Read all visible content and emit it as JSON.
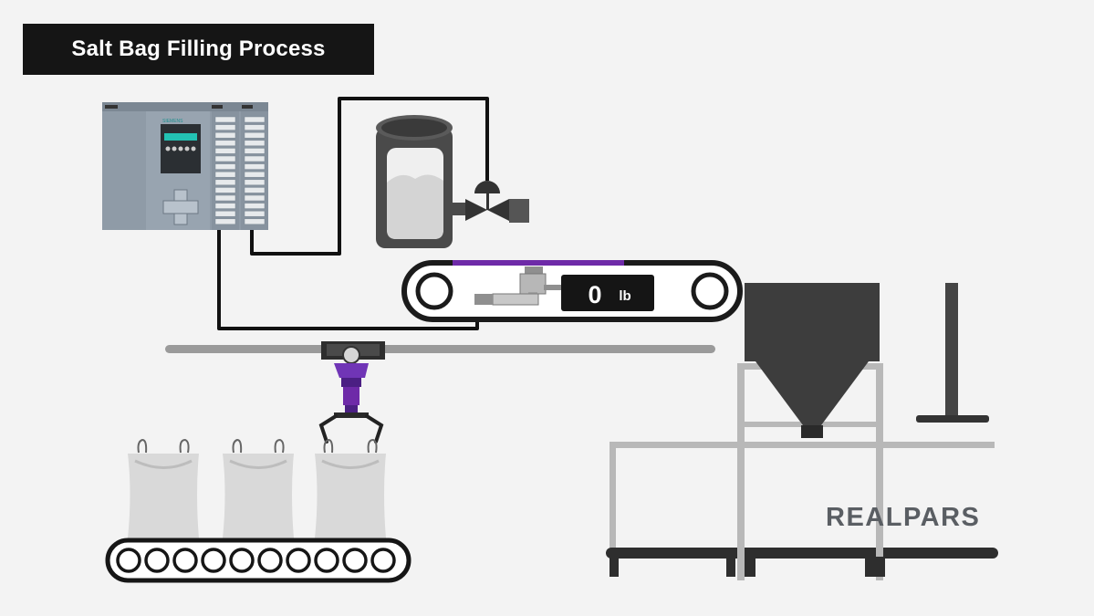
{
  "title": "Salt Bag Filling Process",
  "scale_display": {
    "value": "0",
    "unit": "lb"
  },
  "plc_brand": "SIEMENS",
  "brand_logo": "REALPARS",
  "colors": {
    "background": "#f3f3f3",
    "title_bg": "#151515",
    "accent_purple": "#6e2aa8",
    "wire": "#111111",
    "plc_body": "#8e9aa6",
    "hopper": "#3e3e3e",
    "bag": "#d9d9d9"
  },
  "components": {
    "plc": "plc-controller",
    "silo": "salt-silo",
    "valve": "pneumatic-valve",
    "weigh_conveyor": "weigh-belt-conveyor",
    "load_cell": "load-cell-icon",
    "gripper": "bag-gripper-robot",
    "bag_conveyor": "bag-roller-conveyor",
    "filling_hopper": "filling-hopper",
    "bags": [
      "salt-bag-1",
      "salt-bag-2",
      "salt-bag-3"
    ]
  }
}
